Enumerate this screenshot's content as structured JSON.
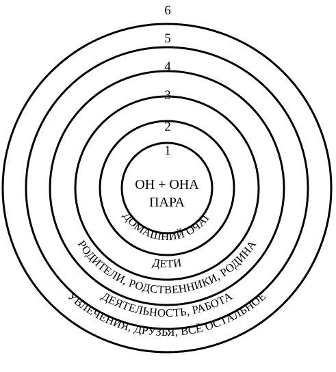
{
  "diagram": {
    "center": {
      "line1": "ОН + ОНА",
      "line2": "ПАРА"
    },
    "numbers": [
      "1",
      "2",
      "3",
      "4",
      "5",
      "6"
    ],
    "ring_labels": {
      "r1": "ДОМАШНИЙ ОЧАГ",
      "r2": "ДЕТИ",
      "r3": "РОДИТЕЛИ, РОДСТВЕННИКИ, РОДИНА",
      "r4": "ДЕЯТЕЛЬНОСТЬ, РАБОТА",
      "r5": "УВЛЕЧЕНИЯ, ДРУЗЬЯ, ВСЁ ОСТАЛЬНОЕ"
    },
    "colors": {
      "stroke": "#000000",
      "background": "#ffffff"
    }
  }
}
